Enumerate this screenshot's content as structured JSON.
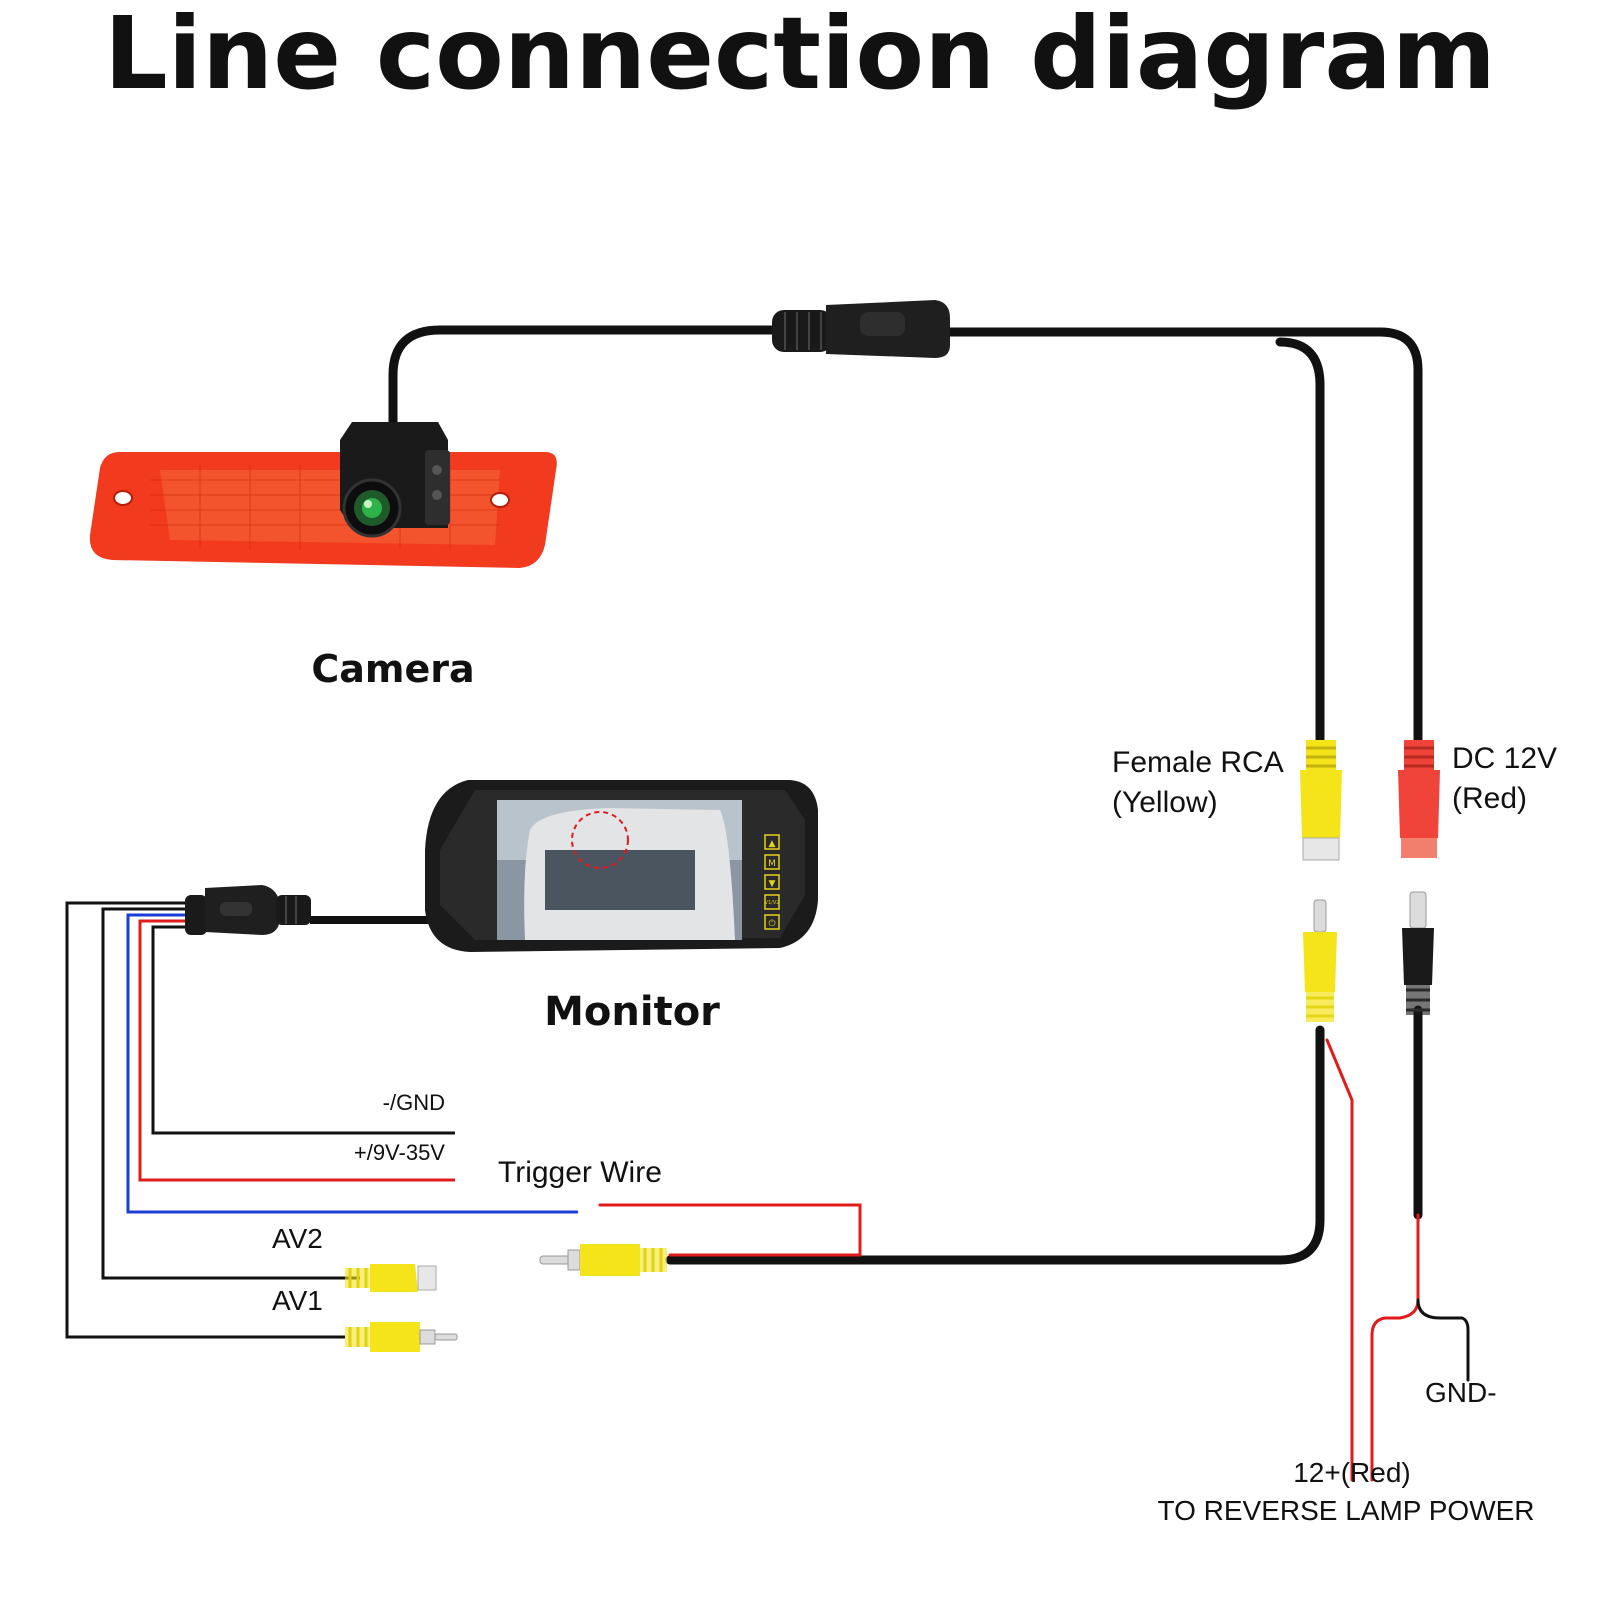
{
  "title": "Line connection diagram",
  "components": {
    "camera": "Camera",
    "monitor": "Monitor",
    "monitor_buttons": [
      "▲",
      "M",
      "▼",
      "V1/V2",
      "⏻"
    ]
  },
  "labels": {
    "female_rca_line1": "Female RCA",
    "female_rca_line2": "(Yellow)",
    "dc_line1": "DC 12V",
    "dc_line2": "(Red)",
    "gnd_wire": "-/GND",
    "power_wire": "+/9V-35V",
    "trigger_wire": "Trigger Wire",
    "av2": "AV2",
    "av1": "AV1",
    "gnd_minus": "GND-",
    "red_12": "12+(Red)",
    "reverse_lamp": "TO REVERSE LAMP POWER"
  },
  "colors": {
    "wire_black": "#111111",
    "wire_red": "#e11b1b",
    "wire_blue": "#1b3fd6",
    "rca_yellow": "#f5e41a",
    "dc_red": "#f0443a",
    "lamp_red": "#f23a1e"
  }
}
